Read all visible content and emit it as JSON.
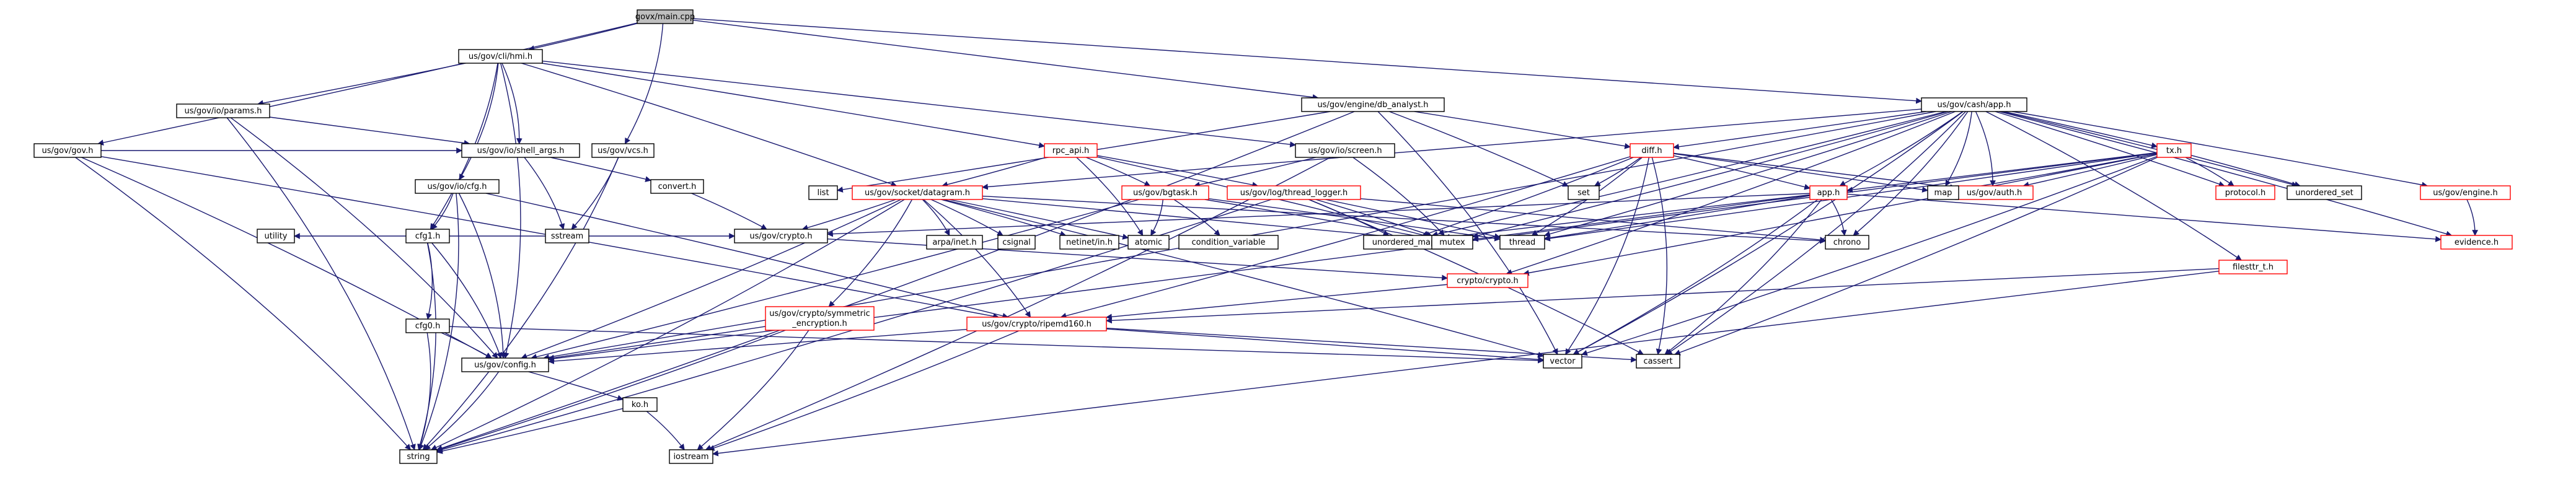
{
  "nodes": [
    {
      "id": "main",
      "label": "govx/main.cpp",
      "style": "root"
    },
    {
      "id": "cli_hmi",
      "label": "us/gov/cli/hmi.h",
      "style": "normal"
    },
    {
      "id": "gov_h",
      "label": "us/gov/gov.h",
      "style": "normal"
    },
    {
      "id": "vcs",
      "label": "us/gov/vcs.h",
      "style": "normal"
    },
    {
      "id": "db_analyst",
      "label": "us/gov/engine/db_analyst.h",
      "style": "normal"
    },
    {
      "id": "cash_app",
      "label": "us/gov/cash/app.h",
      "style": "normal"
    },
    {
      "id": "params",
      "label": "us/gov/io/params.h",
      "style": "normal"
    },
    {
      "id": "shell_args",
      "label": "us/gov/io/shell_args.h",
      "style": "normal"
    },
    {
      "id": "rpc_api",
      "label": "rpc_api.h",
      "style": "red"
    },
    {
      "id": "screen",
      "label": "us/gov/io/screen.h",
      "style": "normal"
    },
    {
      "id": "cfg_h",
      "label": "us/gov/io/cfg.h",
      "style": "normal"
    },
    {
      "id": "cfg1",
      "label": "cfg1.h",
      "style": "normal"
    },
    {
      "id": "cfg0",
      "label": "cfg0.h",
      "style": "normal"
    },
    {
      "id": "convert",
      "label": "convert.h",
      "style": "normal"
    },
    {
      "id": "datagram",
      "label": "us/gov/socket/datagram.h",
      "style": "red"
    },
    {
      "id": "bgtask",
      "label": "us/gov/bgtask.h",
      "style": "red"
    },
    {
      "id": "thread_logger",
      "label": "us/gov/log/thread_logger.h",
      "style": "red"
    },
    {
      "id": "diff",
      "label": "diff.h",
      "style": "red"
    },
    {
      "id": "tx",
      "label": "tx.h",
      "style": "red"
    },
    {
      "id": "app_h",
      "label": "app.h",
      "style": "red"
    },
    {
      "id": "gov_crypto",
      "label": "us/gov/crypto.h",
      "style": "normal"
    },
    {
      "id": "crypto_crypto",
      "label": "crypto/crypto.h",
      "style": "red"
    },
    {
      "id": "symmetric",
      "label": "us/gov/crypto/symmetric_encryption.h",
      "lines": [
        "us/gov/crypto/symmetric",
        "_encryption.h"
      ],
      "style": "red"
    },
    {
      "id": "ripemd",
      "label": "us/gov/crypto/ripemd160.h",
      "style": "red"
    },
    {
      "id": "config",
      "label": "us/gov/config.h",
      "style": "normal"
    },
    {
      "id": "ko",
      "label": "ko.h",
      "style": "normal"
    },
    {
      "id": "engine",
      "label": "us/gov/engine.h",
      "style": "red"
    },
    {
      "id": "evidence",
      "label": "evidence.h",
      "style": "red"
    },
    {
      "id": "protocol",
      "label": "protocol.h",
      "style": "red"
    },
    {
      "id": "auth",
      "label": "us/gov/auth.h",
      "style": "red"
    },
    {
      "id": "filesttr",
      "label": "filesttr_t.h",
      "style": "red"
    },
    {
      "id": "list",
      "label": "list",
      "style": "normal"
    },
    {
      "id": "set",
      "label": "set",
      "style": "normal"
    },
    {
      "id": "map",
      "label": "map",
      "style": "normal"
    },
    {
      "id": "unordered_set",
      "label": "unordered_set",
      "style": "normal"
    },
    {
      "id": "unordered_map",
      "label": "unordered_map",
      "style": "normal"
    },
    {
      "id": "thread",
      "label": "thread",
      "style": "normal"
    },
    {
      "id": "chrono",
      "label": "chrono",
      "style": "normal"
    },
    {
      "id": "mutex",
      "label": "mutex",
      "style": "normal"
    },
    {
      "id": "atomic",
      "label": "atomic",
      "style": "normal"
    },
    {
      "id": "condition_variable",
      "label": "condition_variable",
      "style": "normal"
    },
    {
      "id": "sstream",
      "label": "sstream",
      "style": "normal"
    },
    {
      "id": "utility",
      "label": "utility",
      "style": "normal"
    },
    {
      "id": "arpa_inet",
      "label": "arpa/inet.h",
      "style": "normal"
    },
    {
      "id": "csignal",
      "label": "csignal",
      "style": "normal"
    },
    {
      "id": "netinet",
      "label": "netinet/in.h",
      "style": "normal"
    },
    {
      "id": "cassert",
      "label": "cassert",
      "style": "normal"
    },
    {
      "id": "vector",
      "label": "vector",
      "style": "normal"
    },
    {
      "id": "iostream",
      "label": "iostream",
      "style": "normal"
    },
    {
      "id": "string",
      "label": "string",
      "style": "normal"
    }
  ],
  "edges": [
    [
      "main",
      "cli_hmi"
    ],
    [
      "main",
      "gov_h"
    ],
    [
      "main",
      "vcs"
    ],
    [
      "main",
      "db_analyst"
    ],
    [
      "main",
      "cash_app"
    ],
    [
      "cli_hmi",
      "params"
    ],
    [
      "cli_hmi",
      "shell_args"
    ],
    [
      "cli_hmi",
      "rpc_api"
    ],
    [
      "cli_hmi",
      "screen"
    ],
    [
      "cli_hmi",
      "cfg_h"
    ],
    [
      "cli_hmi",
      "cfg1"
    ],
    [
      "cli_hmi",
      "config"
    ],
    [
      "cli_hmi",
      "datagram"
    ],
    [
      "gov_h",
      "string"
    ],
    [
      "gov_h",
      "config"
    ],
    [
      "gov_h",
      "ripemd"
    ],
    [
      "gov_h",
      "shell_args"
    ],
    [
      "vcs",
      "sstream"
    ],
    [
      "vcs",
      "string"
    ],
    [
      "db_analyst",
      "list"
    ],
    [
      "db_analyst",
      "set"
    ],
    [
      "db_analyst",
      "vector"
    ],
    [
      "db_analyst",
      "string"
    ],
    [
      "db_analyst",
      "diff"
    ],
    [
      "params",
      "shell_args"
    ],
    [
      "params",
      "config"
    ],
    [
      "params",
      "string"
    ],
    [
      "shell_args",
      "sstream"
    ],
    [
      "shell_args",
      "convert"
    ],
    [
      "convert",
      "gov_crypto"
    ],
    [
      "rpc_api",
      "datagram"
    ],
    [
      "rpc_api",
      "bgtask"
    ],
    [
      "rpc_api",
      "atomic"
    ],
    [
      "rpc_api",
      "mutex"
    ],
    [
      "rpc_api",
      "thread_logger"
    ],
    [
      "screen",
      "mutex"
    ],
    [
      "screen",
      "iostream"
    ],
    [
      "screen",
      "bgtask"
    ],
    [
      "cfg_h",
      "cfg1"
    ],
    [
      "cfg_h",
      "config"
    ],
    [
      "cfg_h",
      "string"
    ],
    [
      "cfg_h",
      "ripemd"
    ],
    [
      "cfg1",
      "cfg0"
    ],
    [
      "cfg1",
      "utility"
    ],
    [
      "cfg1",
      "string"
    ],
    [
      "cfg1",
      "gov_crypto"
    ],
    [
      "cfg1",
      "config"
    ],
    [
      "cfg0",
      "config"
    ],
    [
      "cfg0",
      "string"
    ],
    [
      "cfg0",
      "vector"
    ],
    [
      "datagram",
      "gov_crypto"
    ],
    [
      "datagram",
      "atomic"
    ],
    [
      "datagram",
      "arpa_inet"
    ],
    [
      "datagram",
      "csignal"
    ],
    [
      "datagram",
      "netinet"
    ],
    [
      "datagram",
      "mutex"
    ],
    [
      "datagram",
      "chrono"
    ],
    [
      "datagram",
      "vector"
    ],
    [
      "datagram",
      "string"
    ],
    [
      "datagram",
      "symmetric"
    ],
    [
      "datagram",
      "ripemd"
    ],
    [
      "datagram",
      "config"
    ],
    [
      "bgtask",
      "atomic"
    ],
    [
      "bgtask",
      "condition_variable"
    ],
    [
      "bgtask",
      "thread"
    ],
    [
      "bgtask",
      "mutex"
    ],
    [
      "bgtask",
      "config"
    ],
    [
      "thread_logger",
      "unordered_map"
    ],
    [
      "thread_logger",
      "thread"
    ],
    [
      "thread_logger",
      "string"
    ],
    [
      "thread_logger",
      "cassert"
    ],
    [
      "thread_logger",
      "chrono"
    ],
    [
      "thread_logger",
      "mutex"
    ],
    [
      "cash_app",
      "diff"
    ],
    [
      "cash_app",
      "tx"
    ],
    [
      "cash_app",
      "app_h"
    ],
    [
      "cash_app",
      "map"
    ],
    [
      "cash_app",
      "auth"
    ],
    [
      "cash_app",
      "engine"
    ],
    [
      "cash_app",
      "evidence"
    ],
    [
      "cash_app",
      "protocol"
    ],
    [
      "cash_app",
      "unordered_set"
    ],
    [
      "cash_app",
      "unordered_map"
    ],
    [
      "cash_app",
      "thread"
    ],
    [
      "cash_app",
      "chrono"
    ],
    [
      "cash_app",
      "mutex"
    ],
    [
      "cash_app",
      "vector"
    ],
    [
      "cash_app",
      "cassert"
    ],
    [
      "cash_app",
      "crypto_crypto"
    ],
    [
      "cash_app",
      "filesttr"
    ],
    [
      "cash_app",
      "datagram"
    ],
    [
      "cash_app",
      "config"
    ],
    [
      "diff",
      "app_h"
    ],
    [
      "diff",
      "set"
    ],
    [
      "diff",
      "map"
    ],
    [
      "diff",
      "unordered_map"
    ],
    [
      "diff",
      "vector"
    ],
    [
      "diff",
      "cassert"
    ],
    [
      "diff",
      "auth"
    ],
    [
      "diff",
      "ripemd"
    ],
    [
      "diff",
      "thread"
    ],
    [
      "tx",
      "app_h"
    ],
    [
      "tx",
      "map"
    ],
    [
      "tx",
      "auth"
    ],
    [
      "tx",
      "protocol"
    ],
    [
      "tx",
      "unordered_set"
    ],
    [
      "tx",
      "config"
    ],
    [
      "tx",
      "vector"
    ],
    [
      "tx",
      "cassert"
    ],
    [
      "tx",
      "thread"
    ],
    [
      "tx",
      "crypto_crypto"
    ],
    [
      "app_h",
      "chrono"
    ],
    [
      "app_h",
      "thread"
    ],
    [
      "app_h",
      "mutex"
    ],
    [
      "app_h",
      "cassert"
    ],
    [
      "app_h",
      "vector"
    ],
    [
      "app_h",
      "unordered_map"
    ],
    [
      "app_h",
      "gov_crypto"
    ],
    [
      "app_h",
      "evidence"
    ],
    [
      "engine",
      "evidence"
    ],
    [
      "gov_crypto",
      "crypto_crypto"
    ],
    [
      "crypto_crypto",
      "ripemd"
    ],
    [
      "symmetric",
      "config"
    ],
    [
      "symmetric",
      "string"
    ],
    [
      "symmetric",
      "iostream"
    ],
    [
      "ripemd",
      "config"
    ],
    [
      "ripemd",
      "cassert"
    ],
    [
      "ripemd",
      "iostream"
    ],
    [
      "ripemd",
      "vector"
    ],
    [
      "filesttr",
      "ripemd"
    ],
    [
      "filesttr",
      "iostream"
    ],
    [
      "config",
      "ko"
    ],
    [
      "config",
      "string"
    ],
    [
      "ko",
      "string"
    ],
    [
      "ko",
      "iostream"
    ]
  ]
}
